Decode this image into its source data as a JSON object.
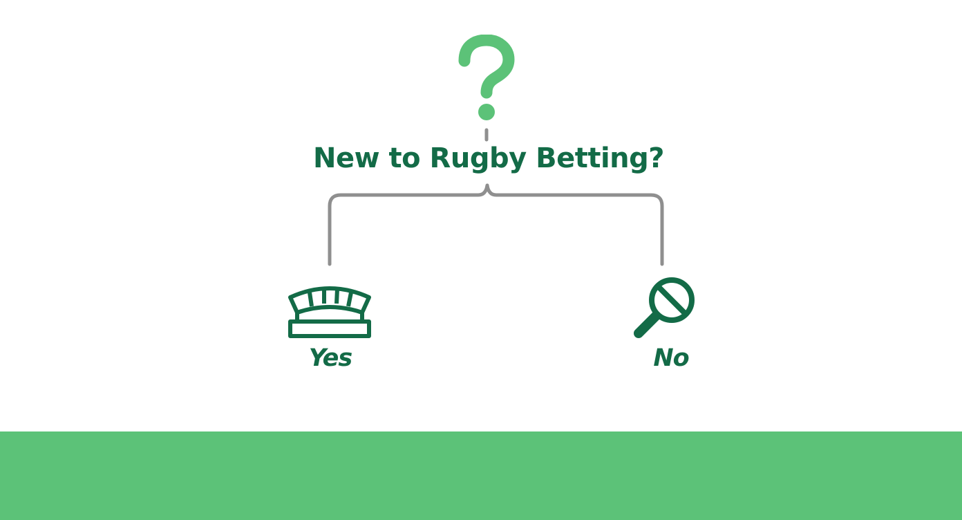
{
  "diagram": {
    "question": "New to Rugby Betting?",
    "options": [
      {
        "label": "Yes",
        "icon": "stadium-icon"
      },
      {
        "label": "No",
        "icon": "magnifier-prohibited-icon"
      }
    ]
  },
  "colors": {
    "accent_light": "#5cc278",
    "accent_dark": "#136b47",
    "connector": "#8f8f8f",
    "background": "#ffffff",
    "footer_band": "#5cc278"
  },
  "icons": {
    "top": "question-mark-icon"
  }
}
